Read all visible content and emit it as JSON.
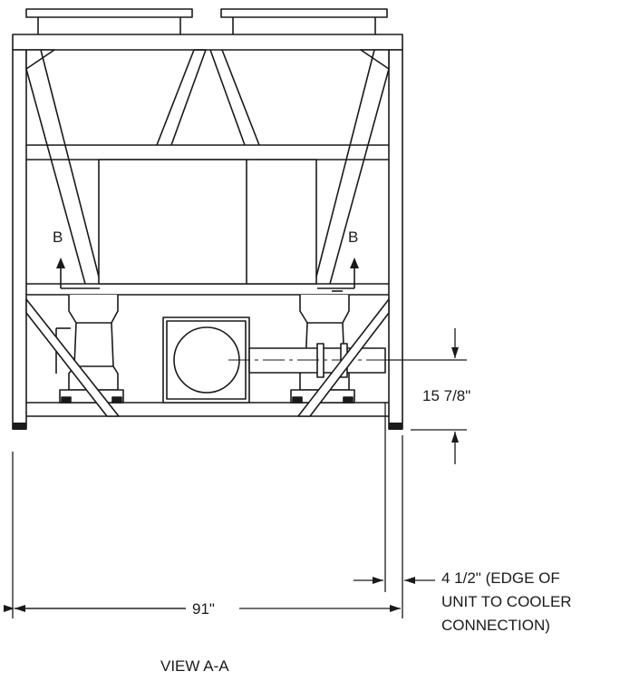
{
  "section_markers": {
    "left": "B",
    "right": "B"
  },
  "dimensions": {
    "height_offset": "15 7/8\"",
    "edge_offset_lines": [
      "4 1/2\" (EDGE OF",
      "UNIT TO COOLER",
      "CONNECTION)"
    ],
    "overall_width": "91\""
  },
  "view_title": "VIEW A-A",
  "colors": {
    "line": "#1a1a1a",
    "background": "#ffffff"
  }
}
